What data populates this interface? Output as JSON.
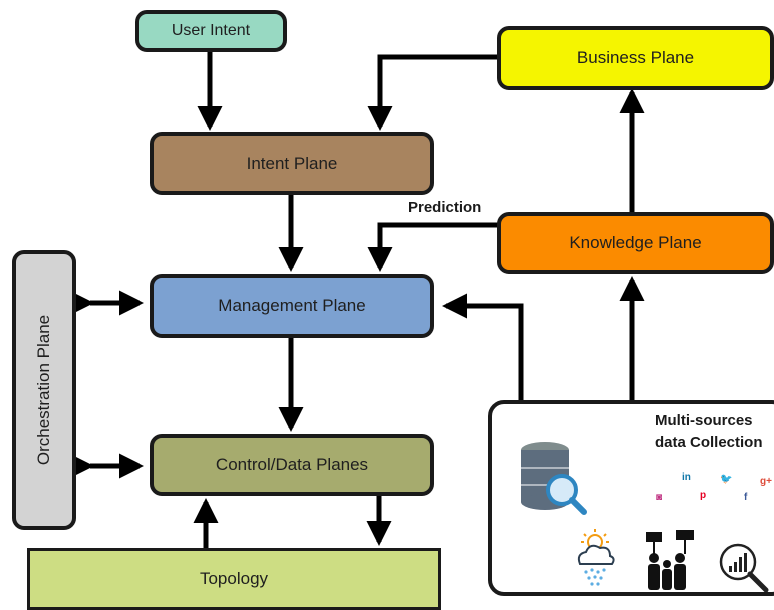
{
  "colors": {
    "user_intent": "#98d9c2",
    "business": "#f5f500",
    "intent": "#a8845f",
    "knowledge": "#fb8b00",
    "management": "#7ca1d1",
    "orchestration": "#d3d3d3",
    "control_data": "#a6ab6e",
    "topology": "#cddd83",
    "datacollection": "#ffffff"
  },
  "boxes": {
    "user_intent": "User Intent",
    "business_plane": "Business Plane",
    "intent_plane": "Intent Plane",
    "knowledge_plane": "Knowledge Plane",
    "management_plane": "Management Plane",
    "orchestration_plane": "Orchestration Plane",
    "control_data_planes": "Control/Data Planes",
    "topology": "Topology"
  },
  "labels": {
    "prediction": "Prediction",
    "multisource_line1": "Multi-sources",
    "multisource_line2": "data Collection"
  },
  "icons": [
    "database-search-icon",
    "social-media-icons",
    "weather-icon",
    "protest-people-icon",
    "analytics-magnifier-icon"
  ],
  "social_glyphs": {
    "linkedin": "in",
    "twitter": "🐦",
    "googleplus": "g+",
    "instagram": "◙",
    "pinterest": "p",
    "facebook": "f"
  }
}
